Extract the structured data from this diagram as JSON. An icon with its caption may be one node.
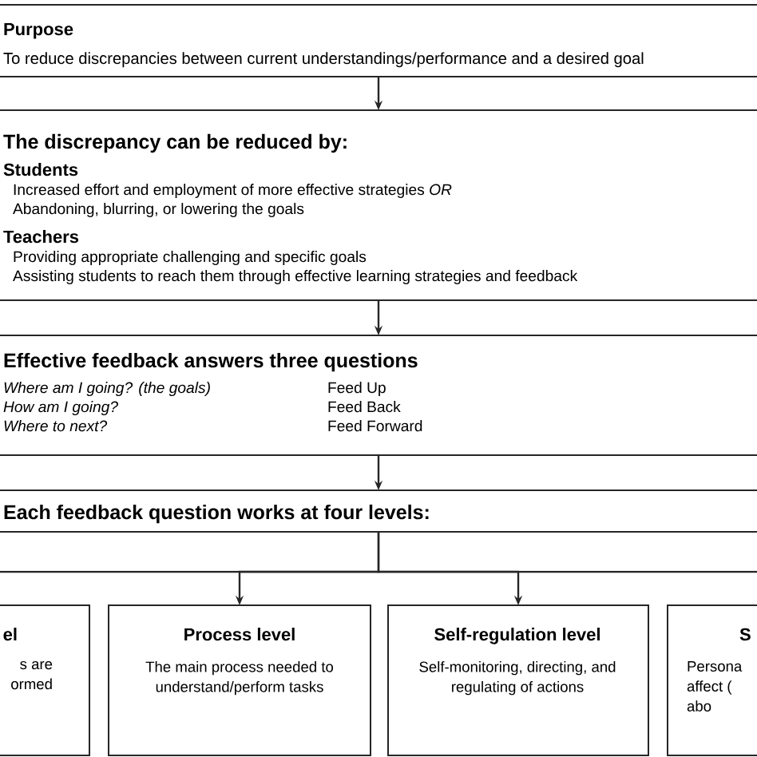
{
  "diagram": {
    "nodes": [
      {
        "text": [
          "Purpose",
          "To reduce discrepancies between current understandings/performance and a desired goal"
        ]
      },
      {
        "text": [
          "The discrepancy can be reduced by:",
          "Students",
          "Increased effort and employment of more effective strategies *OR*",
          "Abandoning, blurring, or lowering the goals",
          "Teachers",
          "Providing appropriate challenging and specific goals",
          "Assisting students to reach them through effective learning strategies and feedback"
        ]
      },
      {
        "text": [
          "Effective feedback answers three questions",
          "Where am I going? (the goals)",
          "Feed Up",
          "How am I going?",
          "Feed Back",
          "Where to next?",
          "Feed Forward"
        ]
      },
      {
        "text": [
          "Each feedback question works at four levels:"
        ]
      },
      {
        "text": [
          "el",
          "s are ormed"
        ]
      },
      {
        "text": [
          "Process level",
          "The main process needed to understand/perform tasks"
        ]
      },
      {
        "text": [
          "Self-regulation level",
          "Self-monitoring, directing, and regulating of actions"
        ]
      },
      {
        "text": [
          "S",
          "Persona affect ( abo"
        ]
      }
    ],
    "edges": [
      {
        "from": 0,
        "to": 1,
        "arrow": "to"
      },
      {
        "from": 1,
        "to": 2,
        "arrow": "to"
      },
      {
        "from": 2,
        "to": 3,
        "arrow": "to"
      },
      {
        "from": 3,
        "to": 5,
        "arrow": "to"
      },
      {
        "from": 3,
        "to": 6,
        "arrow": "to"
      }
    ]
  }
}
